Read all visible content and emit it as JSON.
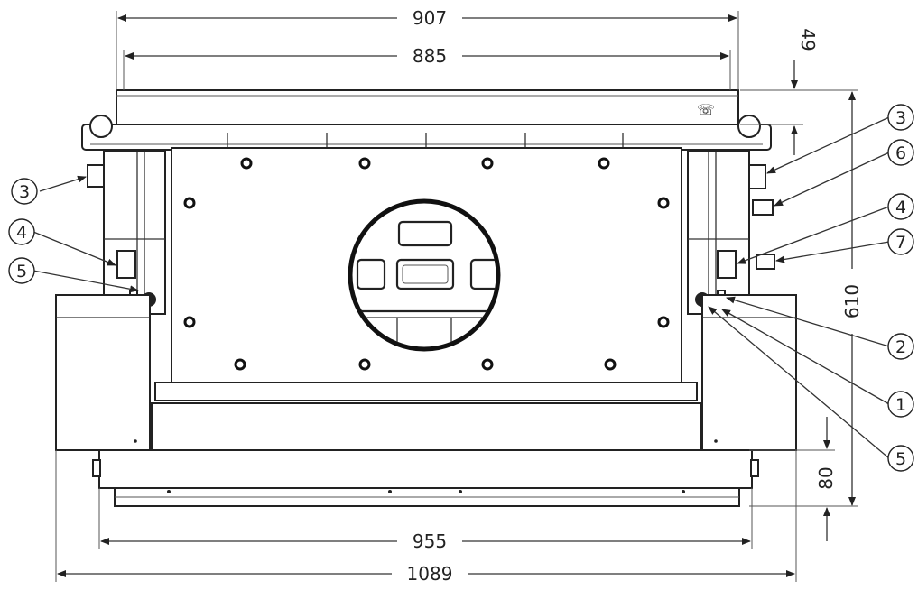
{
  "dimensions": {
    "overall_top_width": "907",
    "grille_width": "885",
    "grille_height": "49",
    "total_height": "610",
    "tray_height": "80",
    "tray_width": "955",
    "overall_width": "1089"
  },
  "callouts": {
    "left": [
      "3",
      "4",
      "5"
    ],
    "right": [
      "3",
      "6",
      "4",
      "7",
      "2",
      "1",
      "5"
    ]
  },
  "icons": [
    "phone-logo-icon"
  ]
}
